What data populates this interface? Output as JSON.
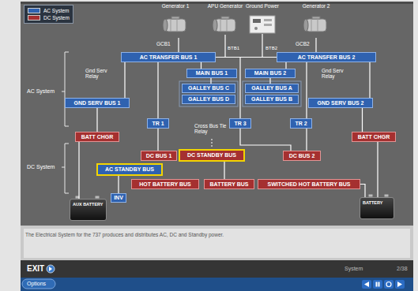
{
  "diagram": {
    "caption": "The Electrical System for the 737 produces and distributes AC, DC and Standby power.",
    "nodes": [
      {
        "text": [
          "Generator 1"
        ]
      },
      {
        "text": [
          "APU Generator"
        ]
      },
      {
        "text": [
          "Ground Power"
        ]
      },
      {
        "text": [
          "Generator 2"
        ]
      },
      {
        "text": [
          "AC TRANSFER BUS 1"
        ]
      },
      {
        "text": [
          "AC TRANSFER BUS 2"
        ]
      },
      {
        "text": [
          "MAIN BUS 1"
        ]
      },
      {
        "text": [
          "MAIN BUS 2"
        ]
      },
      {
        "text": [
          "GALLEY BUS C"
        ]
      },
      {
        "text": [
          "GALLEY BUS A"
        ]
      },
      {
        "text": [
          "GALLEY BUS D"
        ]
      },
      {
        "text": [
          "GALLEY BUS B"
        ]
      },
      {
        "text": [
          "GND SERV BUS 1"
        ]
      },
      {
        "text": [
          "GND SERV BUS 2"
        ]
      },
      {
        "text": [
          "TR 1"
        ]
      },
      {
        "text": [
          "TR 3"
        ]
      },
      {
        "text": [
          "TR 2"
        ]
      },
      {
        "text": [
          "BATT CHGR"
        ]
      },
      {
        "text": [
          "BATT CHGR"
        ]
      },
      {
        "text": [
          "DC BUS 1"
        ]
      },
      {
        "text": [
          "DC STANDBY BUS"
        ]
      },
      {
        "text": [
          "DC BUS 2"
        ]
      },
      {
        "text": [
          "AC STANDBY BUS"
        ]
      },
      {
        "text": [
          "HOT BATTERY BUS"
        ]
      },
      {
        "text": [
          "BATTERY BUS"
        ]
      },
      {
        "text": [
          "SWITCHED HOT BATTERY BUS"
        ]
      },
      {
        "text": [
          "INV"
        ]
      },
      {
        "text": [
          "AUX BATTERY"
        ]
      },
      {
        "text": [
          "BATTERY"
        ]
      }
    ],
    "edges": [
      {
        "from": 0,
        "to": 4,
        "arrow": "none"
      },
      {
        "from": 3,
        "to": 5,
        "arrow": "none"
      },
      {
        "from": 4,
        "to": 5,
        "arrow": "none"
      },
      {
        "from": 4,
        "to": 6,
        "arrow": "none"
      },
      {
        "from": 5,
        "to": 7,
        "arrow": "none"
      },
      {
        "from": 6,
        "to": 8,
        "arrow": "none"
      },
      {
        "from": 7,
        "to": 9,
        "arrow": "none"
      },
      {
        "from": 4,
        "to": 12,
        "arrow": "none"
      },
      {
        "from": 12,
        "to": 17,
        "arrow": "none"
      },
      {
        "from": 4,
        "to": 14,
        "arrow": "none"
      },
      {
        "from": 14,
        "to": 19,
        "arrow": "none"
      },
      {
        "from": 5,
        "to": 16,
        "arrow": "none"
      },
      {
        "from": 16,
        "to": 21,
        "arrow": "none"
      },
      {
        "from": 5,
        "to": 13,
        "arrow": "none"
      },
      {
        "from": 13,
        "to": 18,
        "arrow": "none"
      },
      {
        "from": 5,
        "to": 15,
        "arrow": "none"
      },
      {
        "from": 15,
        "to": 21,
        "arrow": "none"
      },
      {
        "from": 17,
        "to": 27,
        "arrow": "none"
      },
      {
        "from": 18,
        "to": 28,
        "arrow": "none"
      },
      {
        "from": 20,
        "to": 24,
        "arrow": "none"
      },
      {
        "from": 26,
        "to": 22,
        "arrow": "none"
      },
      {
        "from": 28,
        "to": 25,
        "arrow": "none"
      }
    ],
    "labels": [
      "AC System",
      "DC System",
      "GCB1",
      "GCB2",
      "BTB1",
      "BTB2",
      "Gnd Serv Relay",
      "Gnd Serv Relay",
      "Cross Bus Tie Relay",
      "EXIT",
      "Options",
      "System",
      "2/38"
    ],
    "legend": [
      {
        "text": "AC System",
        "color": "#2f62b0"
      },
      {
        "text": "DC System",
        "color": "#a53030"
      }
    ]
  }
}
